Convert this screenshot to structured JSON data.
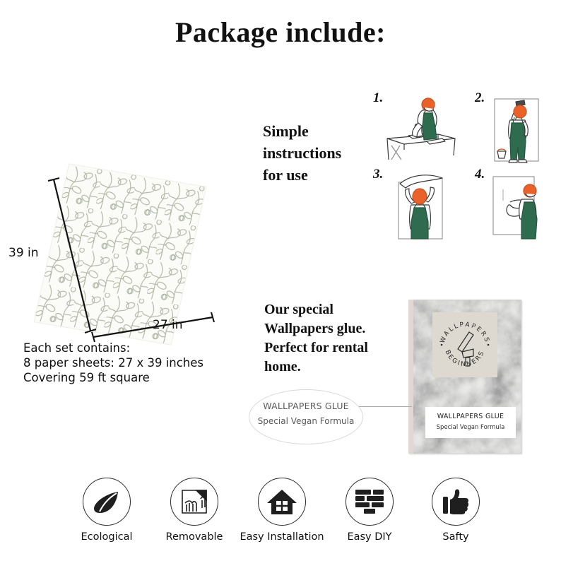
{
  "title": "Package include:",
  "sheet": {
    "height_label": "39 in",
    "width_label": "27 in",
    "pattern_color": "#aeb4a2",
    "paper_color": "#fbfbf7"
  },
  "set_info": "Each set contains:\n8 paper sheets: 27 x 39 inches\nCovering 59 ft square",
  "instructions": {
    "heading": "Simple\ninstructions\nfor use",
    "steps": [
      {
        "number": "1.",
        "icon": "person-cutting-wallpaper-icon"
      },
      {
        "number": "2.",
        "icon": "person-applying-glue-icon"
      },
      {
        "number": "3.",
        "icon": "person-hanging-wallpaper-icon"
      },
      {
        "number": "4.",
        "icon": "person-smoothing-wallpaper-icon"
      }
    ],
    "apron_color": "#2e6b4f",
    "hair_color": "#e8622a"
  },
  "glue": {
    "heading": "Our special\nWallpapers glue.\nPerfect for rental\nhome.",
    "package": {
      "badge_top_text": "WALLPAPERS",
      "badge_bottom_text": "BEGINNERS",
      "badge_icon": "paint-brush-icon",
      "label_title": "WALLPAPERS GLUE",
      "label_subtitle": "Special Vegan Formula"
    },
    "magnifier": {
      "line1": "WALLPAPERS GLUE",
      "line2": "Special Vegan Formula"
    }
  },
  "features": [
    {
      "label": "Ecological",
      "icon": "leaf-icon"
    },
    {
      "label": "Removable",
      "icon": "peeling-hands-icon"
    },
    {
      "label": "Easy Installation",
      "icon": "house-icon"
    },
    {
      "label": "Easy DIY",
      "icon": "brick-wall-icon"
    },
    {
      "label": "Safty",
      "icon": "thumbs-up-icon"
    }
  ]
}
